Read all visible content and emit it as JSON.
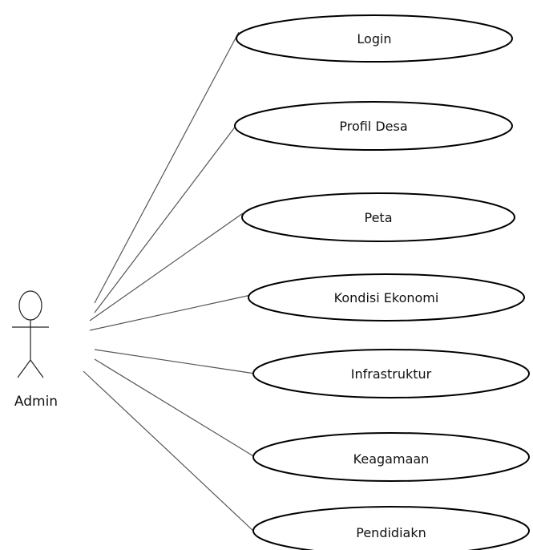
{
  "actor": {
    "label": "Admin"
  },
  "use_cases": [
    {
      "id": "login",
      "label": "Login"
    },
    {
      "id": "profil-desa",
      "label": "Profil Desa"
    },
    {
      "id": "peta",
      "label": "Peta"
    },
    {
      "id": "kondisi-ekonomi",
      "label": "Kondisi Ekonomi"
    },
    {
      "id": "infrastruktur",
      "label": "Infrastruktur"
    },
    {
      "id": "keagamaan",
      "label": "Keagamaan"
    },
    {
      "id": "pendidikan",
      "label": "Pendidiakn"
    }
  ]
}
